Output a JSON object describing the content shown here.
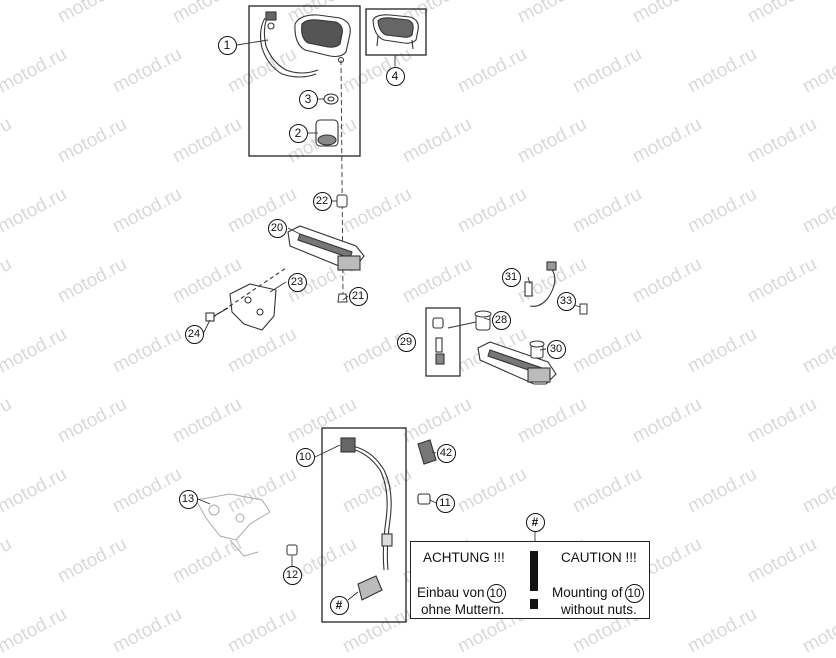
{
  "watermark_text": "motod.ru",
  "callouts": [
    {
      "id": "c1",
      "label": "1"
    },
    {
      "id": "c2",
      "label": "2"
    },
    {
      "id": "c3",
      "label": "3"
    },
    {
      "id": "c4",
      "label": "4"
    },
    {
      "id": "c10",
      "label": "10"
    },
    {
      "id": "c11",
      "label": "11"
    },
    {
      "id": "c12",
      "label": "12"
    },
    {
      "id": "c13",
      "label": "13"
    },
    {
      "id": "c20",
      "label": "20"
    },
    {
      "id": "c21",
      "label": "21"
    },
    {
      "id": "c22",
      "label": "22"
    },
    {
      "id": "c23",
      "label": "23"
    },
    {
      "id": "c24",
      "label": "24"
    },
    {
      "id": "c28",
      "label": "28"
    },
    {
      "id": "c29",
      "label": "29"
    },
    {
      "id": "c30",
      "label": "30"
    },
    {
      "id": "c31",
      "label": "31"
    },
    {
      "id": "c33",
      "label": "33"
    },
    {
      "id": "c42",
      "label": "42"
    },
    {
      "id": "chash1",
      "label": "#"
    },
    {
      "id": "chash2",
      "label": "#"
    }
  ],
  "note": {
    "left_heading": "ACHTUNG !!!",
    "right_heading": "CAUTION !!!",
    "left_line1_prefix": "Einbau von",
    "left_line1_ref": "10",
    "left_line2": "ohne Muttern.",
    "right_line1_prefix": "Mounting of",
    "right_line1_ref": "10",
    "right_line2": "without nuts."
  }
}
